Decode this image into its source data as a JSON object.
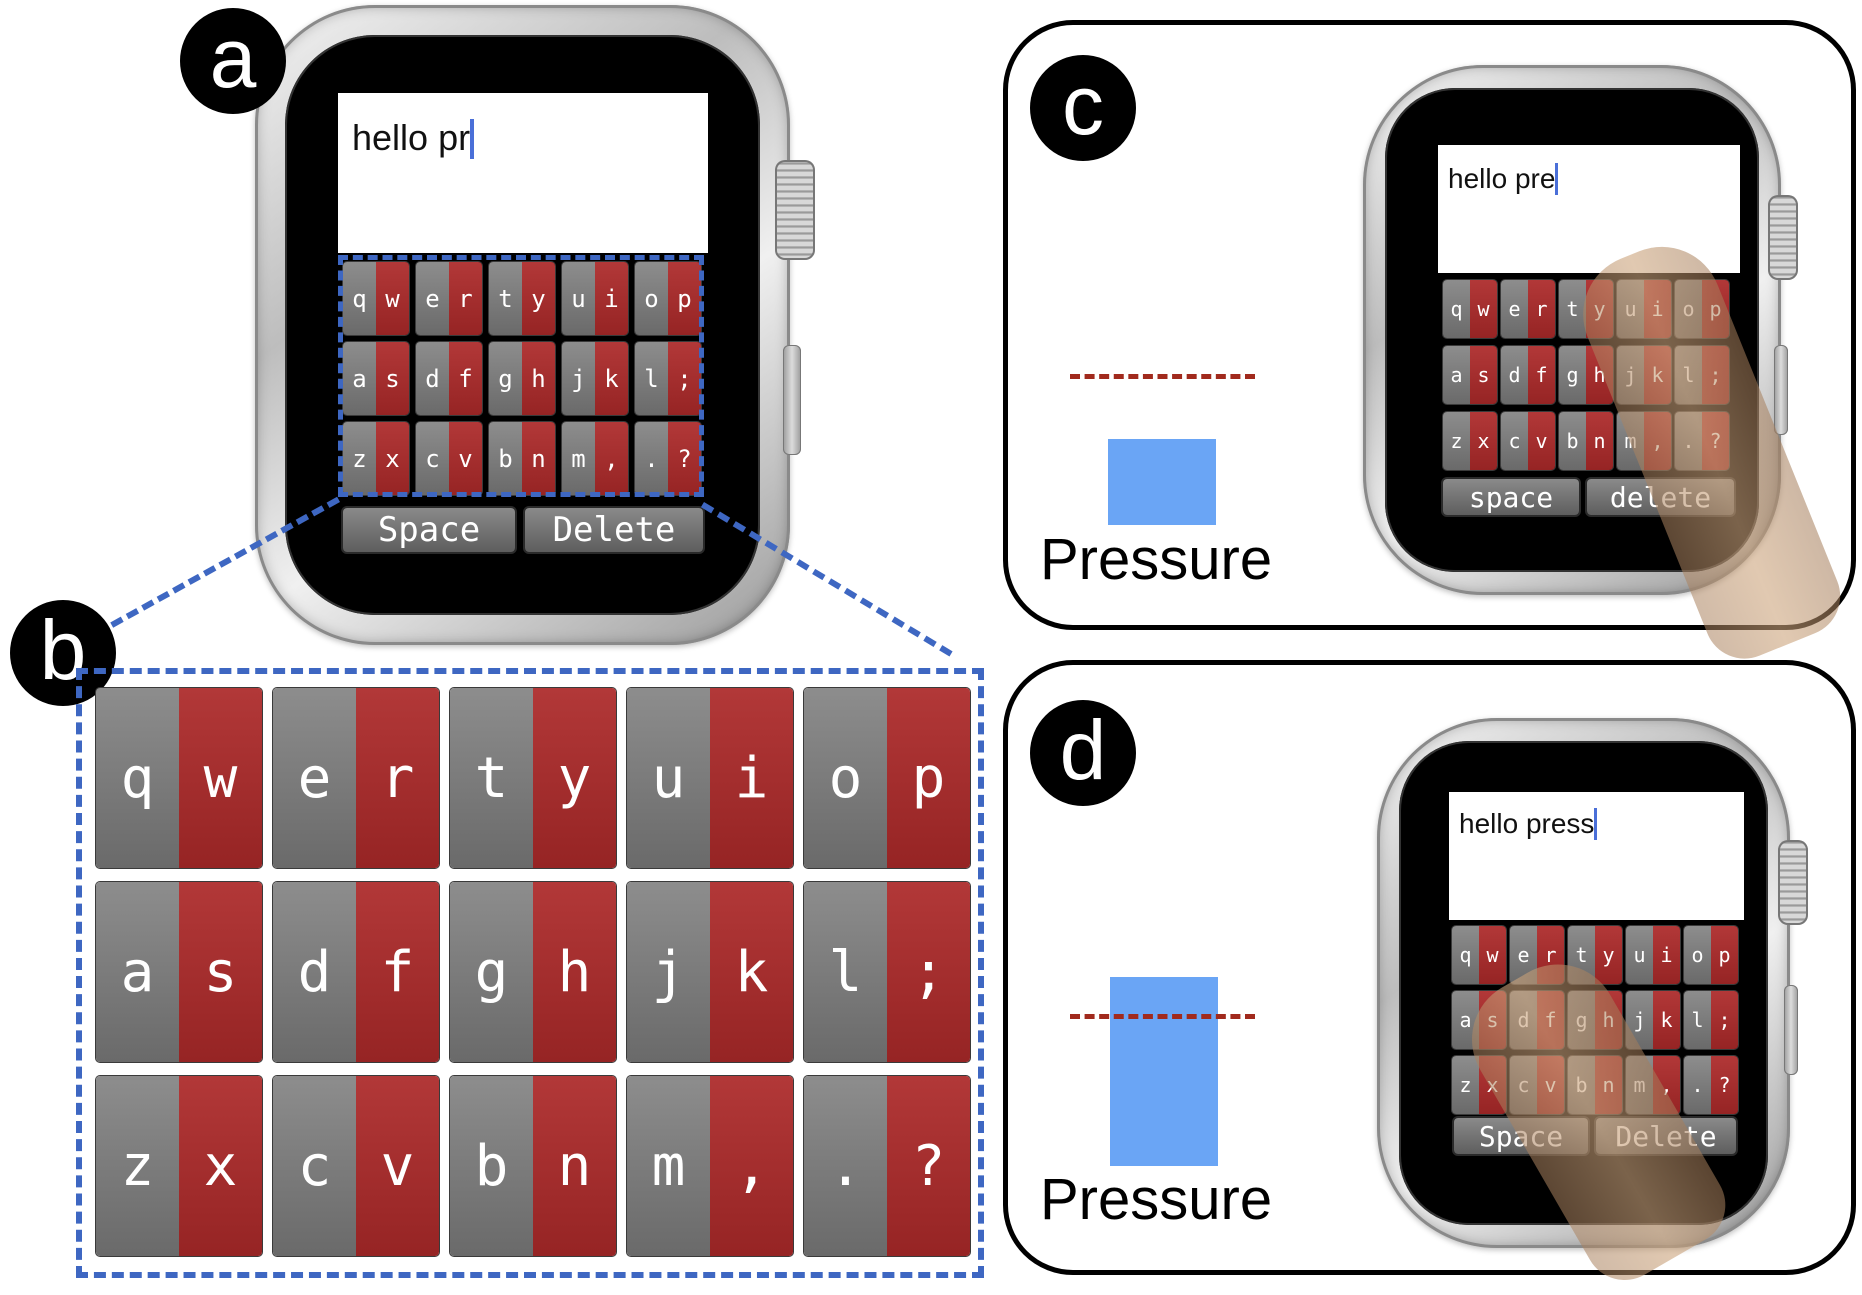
{
  "panels": {
    "a": {
      "letter": "a"
    },
    "b": {
      "letter": "b"
    },
    "c": {
      "letter": "c",
      "pressure_label": "Pressure",
      "pressure_level": 0.62
    },
    "d": {
      "letter": "d",
      "pressure_label": "Pressure",
      "pressure_level": 1.35
    }
  },
  "watch_a": {
    "text": "hello pr",
    "space_label": "Space",
    "delete_label": "Delete"
  },
  "watch_c": {
    "text": "hello pre",
    "space_label": "space",
    "delete_label": "delete"
  },
  "watch_d": {
    "text": "hello press",
    "space_label": "Space",
    "delete_label": "Delete"
  },
  "keyboard": {
    "rows": [
      [
        [
          "q",
          "w"
        ],
        [
          "e",
          "r"
        ],
        [
          "t",
          "y"
        ],
        [
          "u",
          "i"
        ],
        [
          "o",
          "p"
        ]
      ],
      [
        [
          "a",
          "s"
        ],
        [
          "d",
          "f"
        ],
        [
          "g",
          "h"
        ],
        [
          "j",
          "k"
        ],
        [
          "l",
          ";"
        ]
      ],
      [
        [
          "z",
          "x"
        ],
        [
          "c",
          "v"
        ],
        [
          "b",
          "n"
        ],
        [
          "m",
          ","
        ],
        [
          ".",
          "?"
        ]
      ]
    ]
  },
  "colors": {
    "left_key": "#7a7a7a",
    "right_key": "#a52d2d",
    "pressure": "#6aa5f5",
    "threshold": "#a12a1d",
    "zoom_outline": "#3e67c2"
  }
}
